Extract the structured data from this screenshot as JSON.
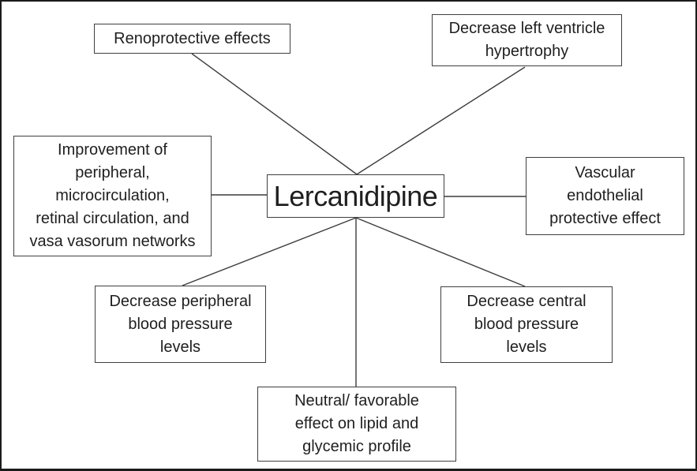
{
  "diagram": {
    "title": "Lercanidipine effects diagram",
    "center": {
      "id": "lercanidipine",
      "label": "Lercanidipine"
    },
    "nodes": [
      {
        "id": "renoprotective",
        "label": "Renoprotective effects"
      },
      {
        "id": "lv-hypertrophy",
        "label": "Decrease left ventricle\nhypertrophy"
      },
      {
        "id": "microcirculation",
        "label": "Improvement of\nperipheral,\nmicrocirculation,\nretinal circulation, and\nvasa vasorum networks"
      },
      {
        "id": "vascular-endothelial",
        "label": "Vascular\nendothelial\nprotective effect"
      },
      {
        "id": "peripheral-bp",
        "label": "Decrease peripheral\nblood pressure\nlevels"
      },
      {
        "id": "central-bp",
        "label": "Decrease central\nblood pressure\nlevels"
      },
      {
        "id": "lipid-glycemic",
        "label": "Neutral/ favorable\neffect on lipid and\nglycemic profile"
      }
    ],
    "edges": [
      {
        "from": "lercanidipine",
        "to": "renoprotective"
      },
      {
        "from": "lercanidipine",
        "to": "lv-hypertrophy"
      },
      {
        "from": "lercanidipine",
        "to": "microcirculation"
      },
      {
        "from": "lercanidipine",
        "to": "vascular-endothelial"
      },
      {
        "from": "lercanidipine",
        "to": "peripheral-bp"
      },
      {
        "from": "lercanidipine",
        "to": "central-bp"
      },
      {
        "from": "lercanidipine",
        "to": "lipid-glycemic"
      }
    ],
    "colors": {
      "background": "#ffffff",
      "box_border": "#3f3f3f",
      "connector_line": "#3c3c3c",
      "text": "#1f1f1f",
      "outer_border": "#1b1b1b"
    }
  }
}
